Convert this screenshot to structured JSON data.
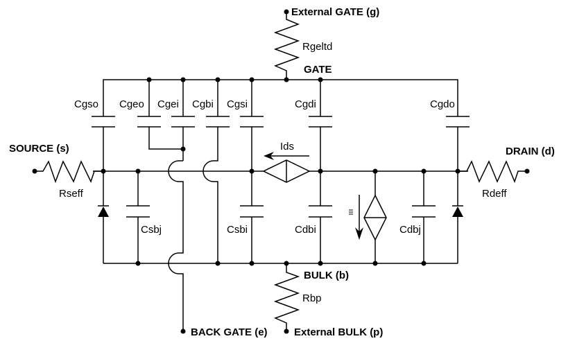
{
  "diagram": {
    "title": "MOSFET equivalent circuit",
    "terminals": {
      "external_gate": "External GATE (g)",
      "gate": "GATE",
      "source": "SOURCE (s)",
      "drain": "DRAIN (d)",
      "bulk": "BULK (b)",
      "back_gate": "BACK GATE (e)",
      "external_bulk": "External BULK (p)"
    },
    "resistors": {
      "rgeltd": "Rgeltd",
      "rseff": "Rseff",
      "rdeff": "Rdeff",
      "rbp": "Rbp"
    },
    "capacitors": {
      "cgso": "Cgso",
      "cgeo": "Cgeo",
      "cgei": "Cgei",
      "cgbi": "Cgbi",
      "cgsi": "Cgsi",
      "cgdi": "Cgdi",
      "cgdo": "Cgdo",
      "csbj": "Csbj",
      "csbi": "Csbi",
      "cdbi": "Cdbi",
      "cdbj": "Cdbj"
    },
    "sources": {
      "ids": "Ids",
      "iii": "Iii"
    },
    "diodes": [
      "source-bulk-diode",
      "drain-bulk-diode"
    ]
  }
}
